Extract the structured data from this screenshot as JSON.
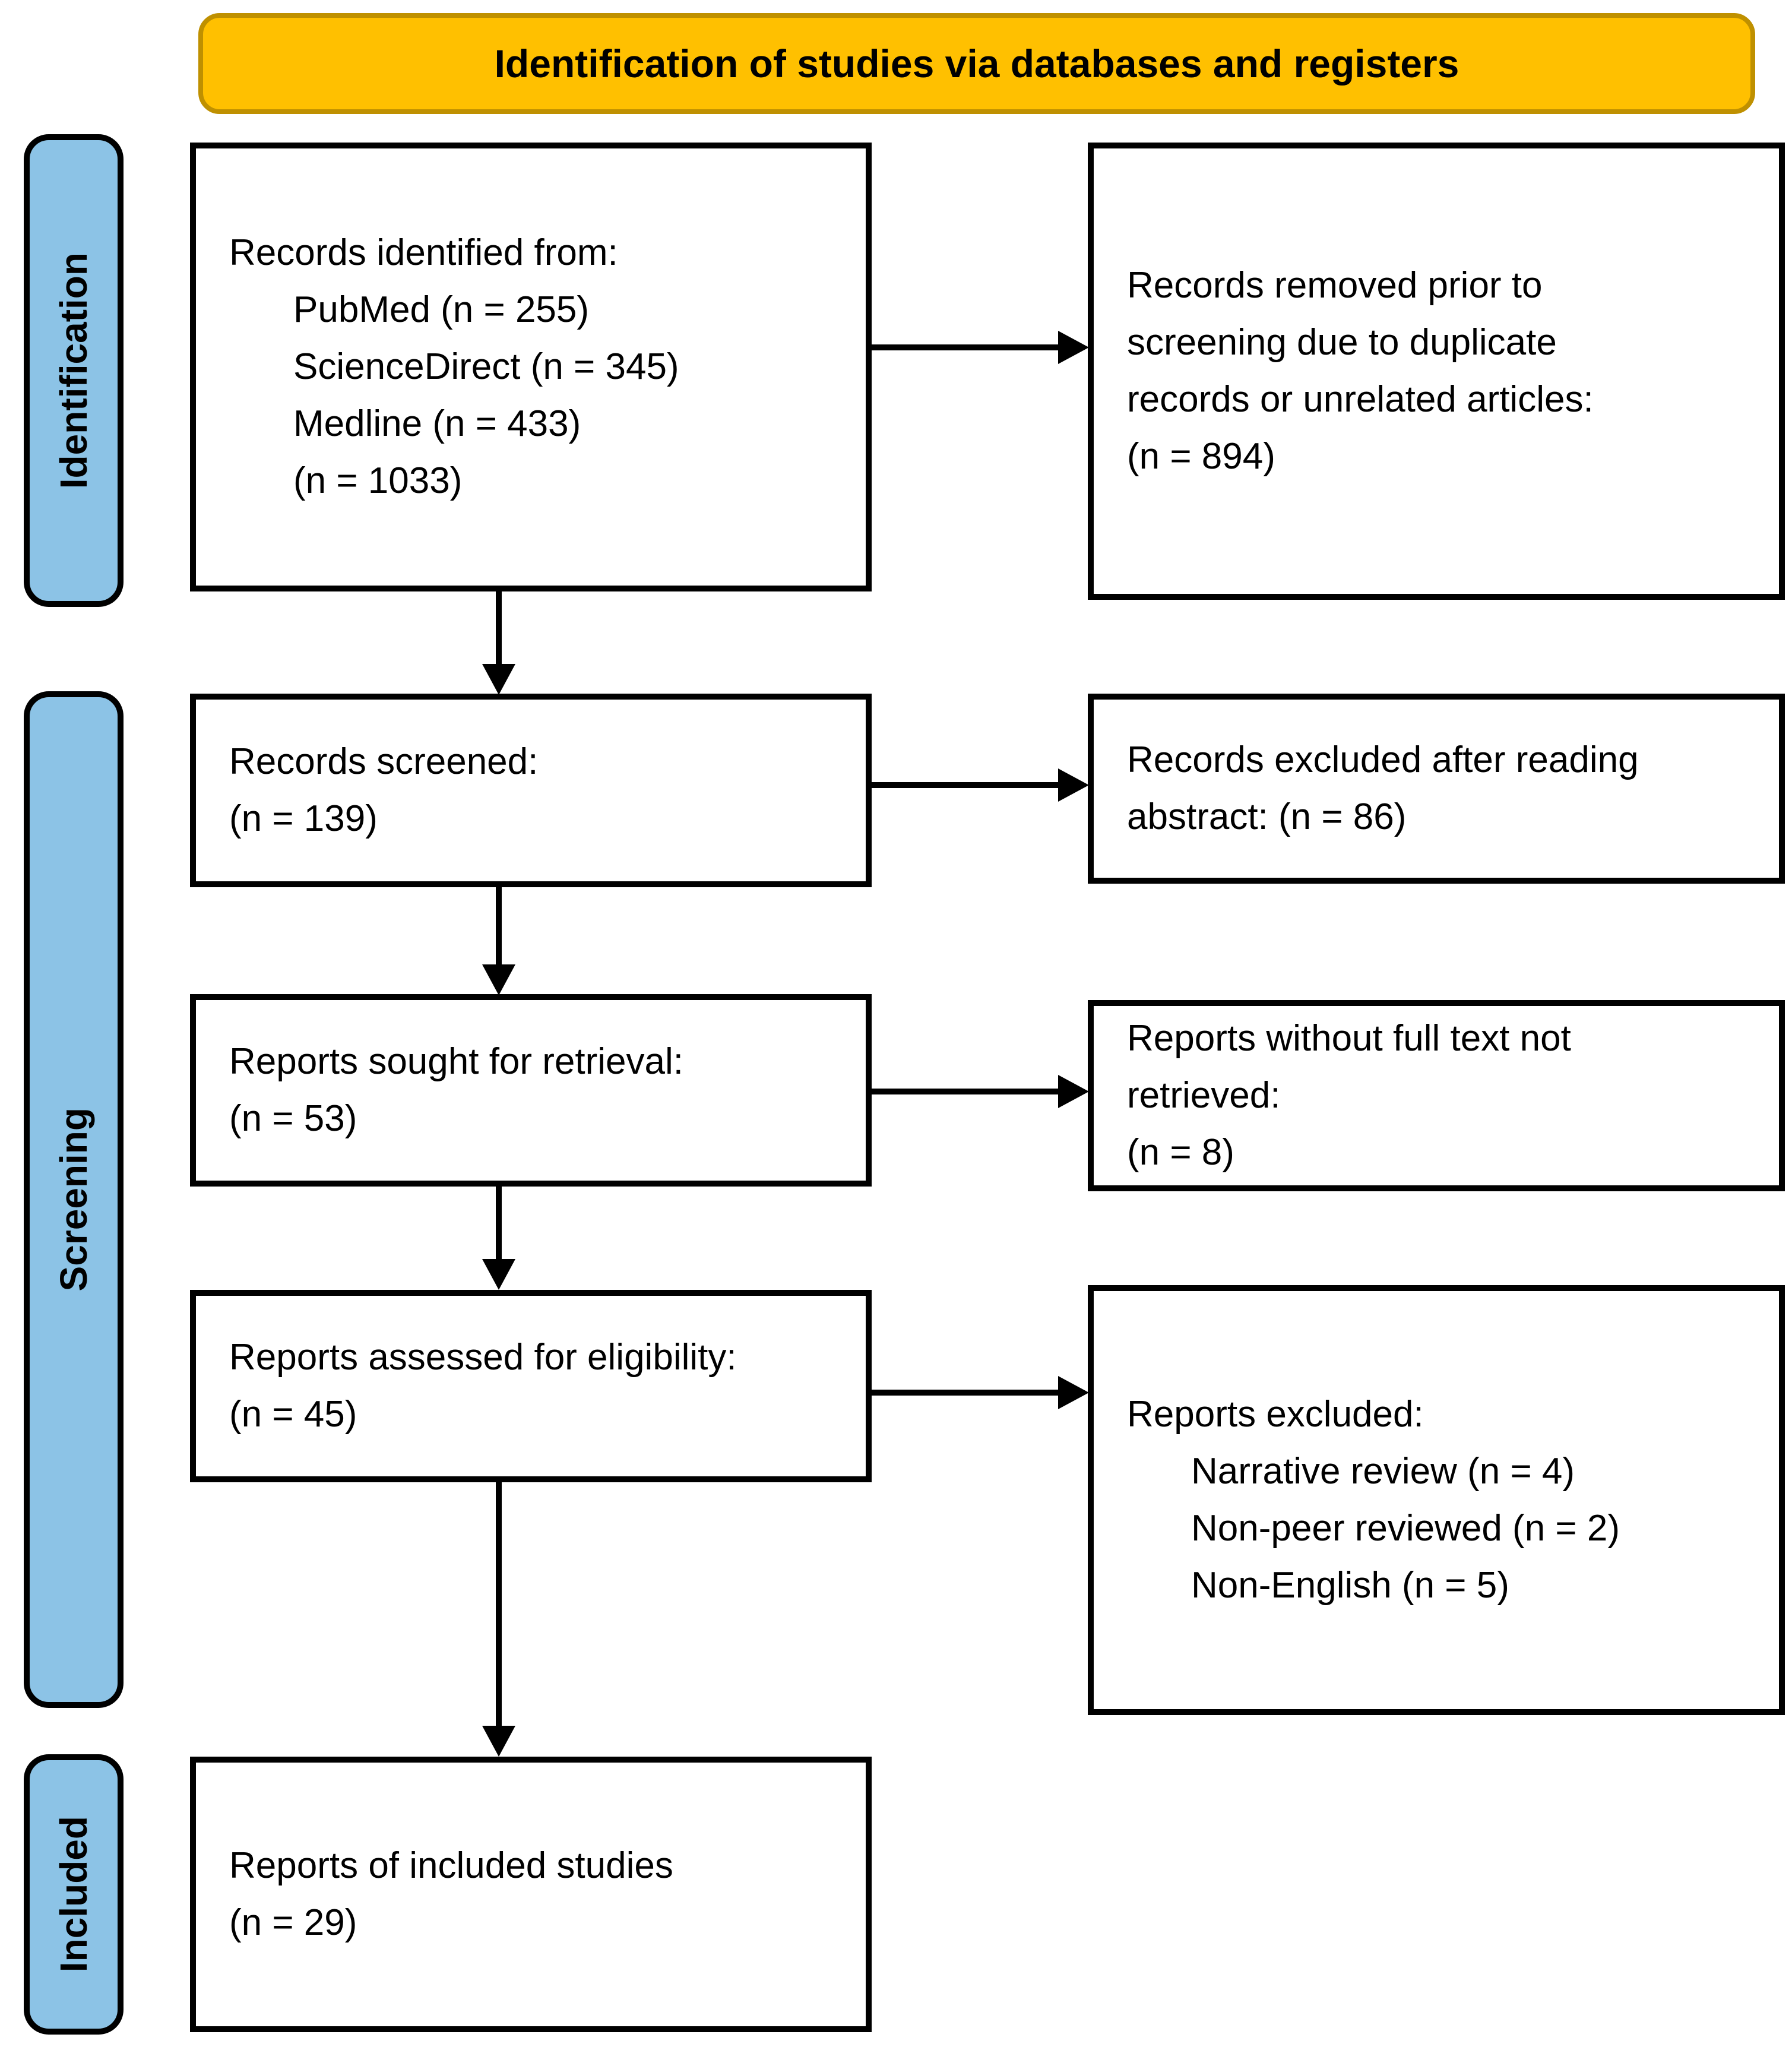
{
  "flow": {
    "header": "Identification of studies via databases and registers",
    "stages": [
      {
        "label": "Identification"
      },
      {
        "label": "Screening"
      },
      {
        "label": "Included"
      }
    ],
    "boxes": {
      "records_identified": {
        "lines": [
          "Records identified from:",
          "PubMed (n = 255)",
          "ScienceDirect (n = 345)",
          "Medline (n = 433)",
          "(n = 1033)"
        ]
      },
      "records_removed": {
        "lines": [
          "Records removed prior to",
          "screening due to duplicate",
          "records or unrelated articles:",
          "(n = 894)"
        ]
      },
      "records_screened": {
        "lines": [
          "Records screened:",
          "(n = 139)"
        ]
      },
      "records_excluded_abstract": {
        "lines": [
          "Records excluded after reading",
          "abstract: (n = 86)"
        ]
      },
      "reports_sought": {
        "lines": [
          "Reports sought for retrieval:",
          "(n = 53)"
        ]
      },
      "reports_not_retrieved": {
        "lines": [
          "Reports without full text not",
          "retrieved:",
          "(n = 8)"
        ]
      },
      "reports_assessed": {
        "lines": [
          "Reports assessed for eligibility:",
          "(n = 45)"
        ]
      },
      "reports_excluded": {
        "lines": [
          "Reports excluded:",
          "Narrative review (n = 4)",
          "Non-peer reviewed (n = 2)",
          "Non-English (n = 5)"
        ]
      },
      "reports_included": {
        "lines": [
          "Reports of included studies",
          "(n = 29)"
        ]
      }
    },
    "colors": {
      "banner_fill": "#FFC000",
      "banner_border": "#BF9000",
      "stage_fill": "#8CC3E6",
      "box_border": "#000000"
    }
  }
}
